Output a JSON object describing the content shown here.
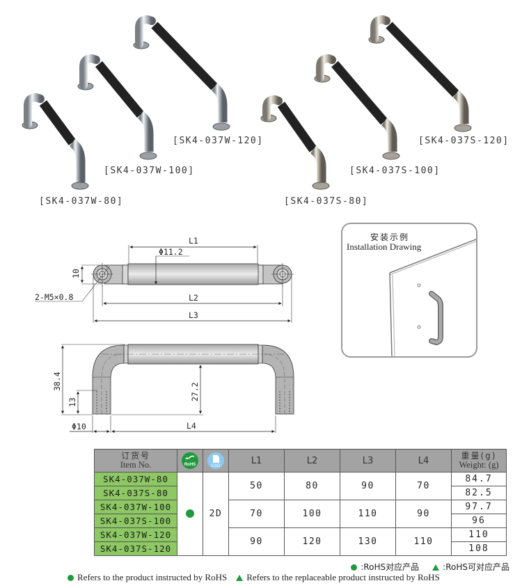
{
  "products": {
    "labels": [
      {
        "id": "w80",
        "text": "[SK4-037W-80]"
      },
      {
        "id": "w100",
        "text": "[SK4-037W-100]"
      },
      {
        "id": "w120",
        "text": "[SK4-037W-120]"
      },
      {
        "id": "s80",
        "text": "[SK4-037S-80]"
      },
      {
        "id": "s100",
        "text": "[SK4-037S-100]"
      },
      {
        "id": "s120",
        "text": "[SK4-037S-120]"
      }
    ]
  },
  "drawing_top": {
    "l1": "L1",
    "phi": "Φ11.2",
    "h10": "10",
    "thread": "2-M5×0.8",
    "l2": "L2",
    "l3": "L3"
  },
  "drawing_side": {
    "h38": "38.4",
    "h27": "27.2",
    "h13": "13",
    "phi10": "Φ10",
    "l4": "L4"
  },
  "installation": {
    "title_cn": "安装示例",
    "title_en": "Installation Drawing"
  },
  "table": {
    "headers": {
      "item_cn": "订货号",
      "item_en": "Item No.",
      "rohs_icon": "RoHS",
      "cad_icon": "CAD",
      "l1": "L1",
      "l2": "L2",
      "l3": "L3",
      "l4": "L4",
      "weight_cn": "重量(g)",
      "weight_en": "Weight: (g)"
    },
    "items": [
      "SK4-037W-80",
      "SK4-037S-80",
      "SK4-037W-100",
      "SK4-037S-100",
      "SK4-037W-120",
      "SK4-037S-120"
    ],
    "cad": "2D",
    "groups": [
      {
        "l1": "50",
        "l2": "80",
        "l3": "90",
        "l4": "70"
      },
      {
        "l1": "70",
        "l2": "100",
        "l3": "110",
        "l4": "90"
      },
      {
        "l1": "90",
        "l2": "120",
        "l3": "130",
        "l4": "110"
      }
    ],
    "weights": [
      "84.7",
      "82.5",
      "97.7",
      "96",
      "110",
      "108"
    ]
  },
  "legend": {
    "cn_rohs": ":RoHS对应产品",
    "cn_replace": ":RoHS可对应产品",
    "en_rohs": "Refers to the product instructed by RoHS",
    "en_replace": "Refers to the replaceable product instructed by RoHS"
  },
  "colors": {
    "item_bg": "#8dc864",
    "header_bg": "#a3a3a3",
    "rohs_green": "#1e9a3c",
    "cad_blue": "#8ec9ee"
  }
}
